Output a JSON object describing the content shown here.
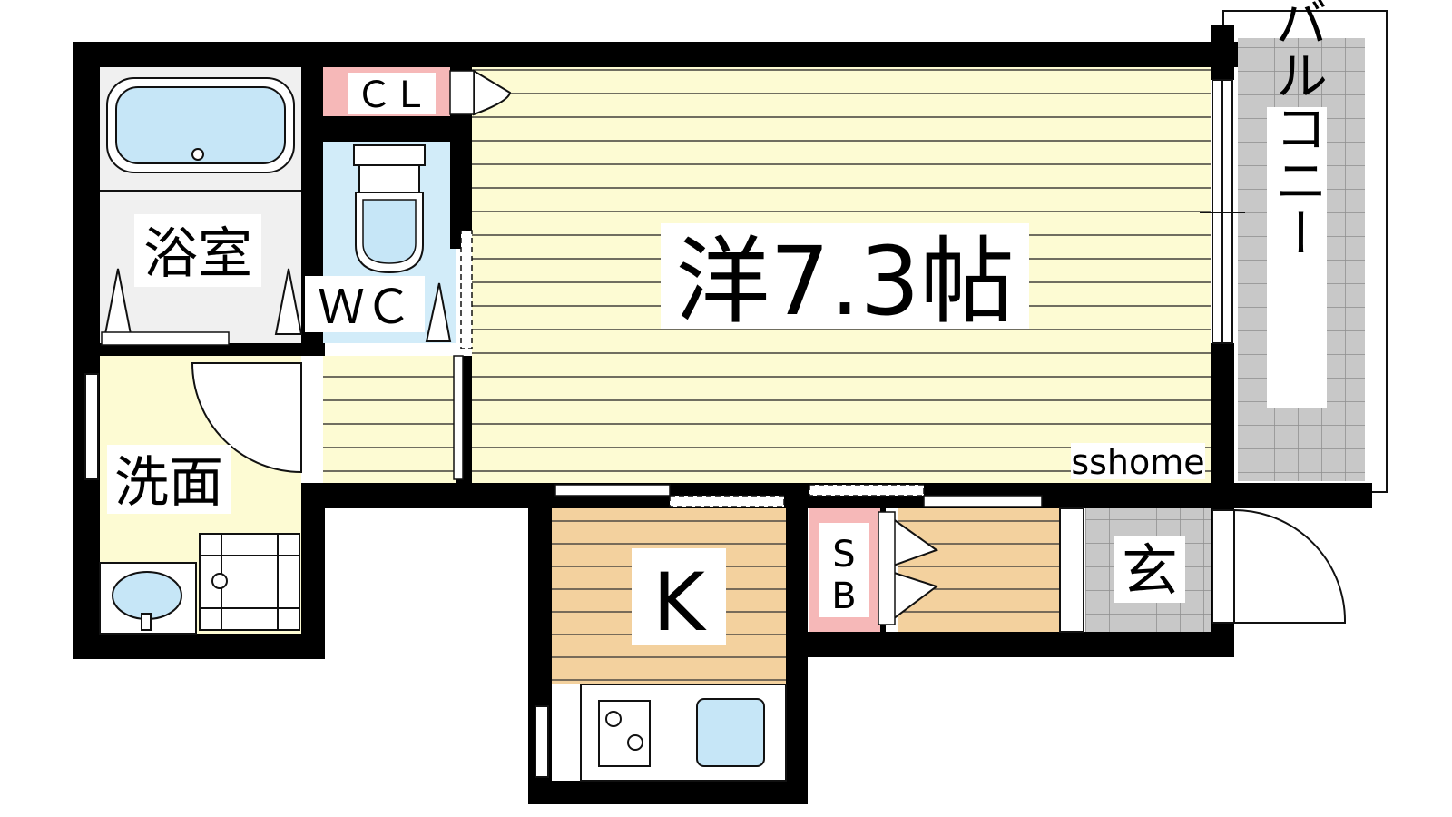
{
  "labels": {
    "main_room": "洋7.3帖",
    "bathroom": "浴室",
    "toilet": "ＷＣ",
    "closet": "ＣＬ",
    "washroom": "洗面",
    "kitchen": "K",
    "shoe_box_top": "S",
    "shoe_box_bottom": "B",
    "entrance": "玄",
    "balcony": "バルコニー",
    "watermark": "sshome"
  },
  "colors": {
    "wall": "#000000",
    "room_floor": "#fdfbd3",
    "kitchen_floor": "#f3d19e",
    "wet_area": "#d2ecf9",
    "fixture_blue": "#c6e6f7",
    "closet_pink": "#f6b8b8",
    "tile_grey": "#c8c8c8",
    "tile_line": "#909090"
  }
}
